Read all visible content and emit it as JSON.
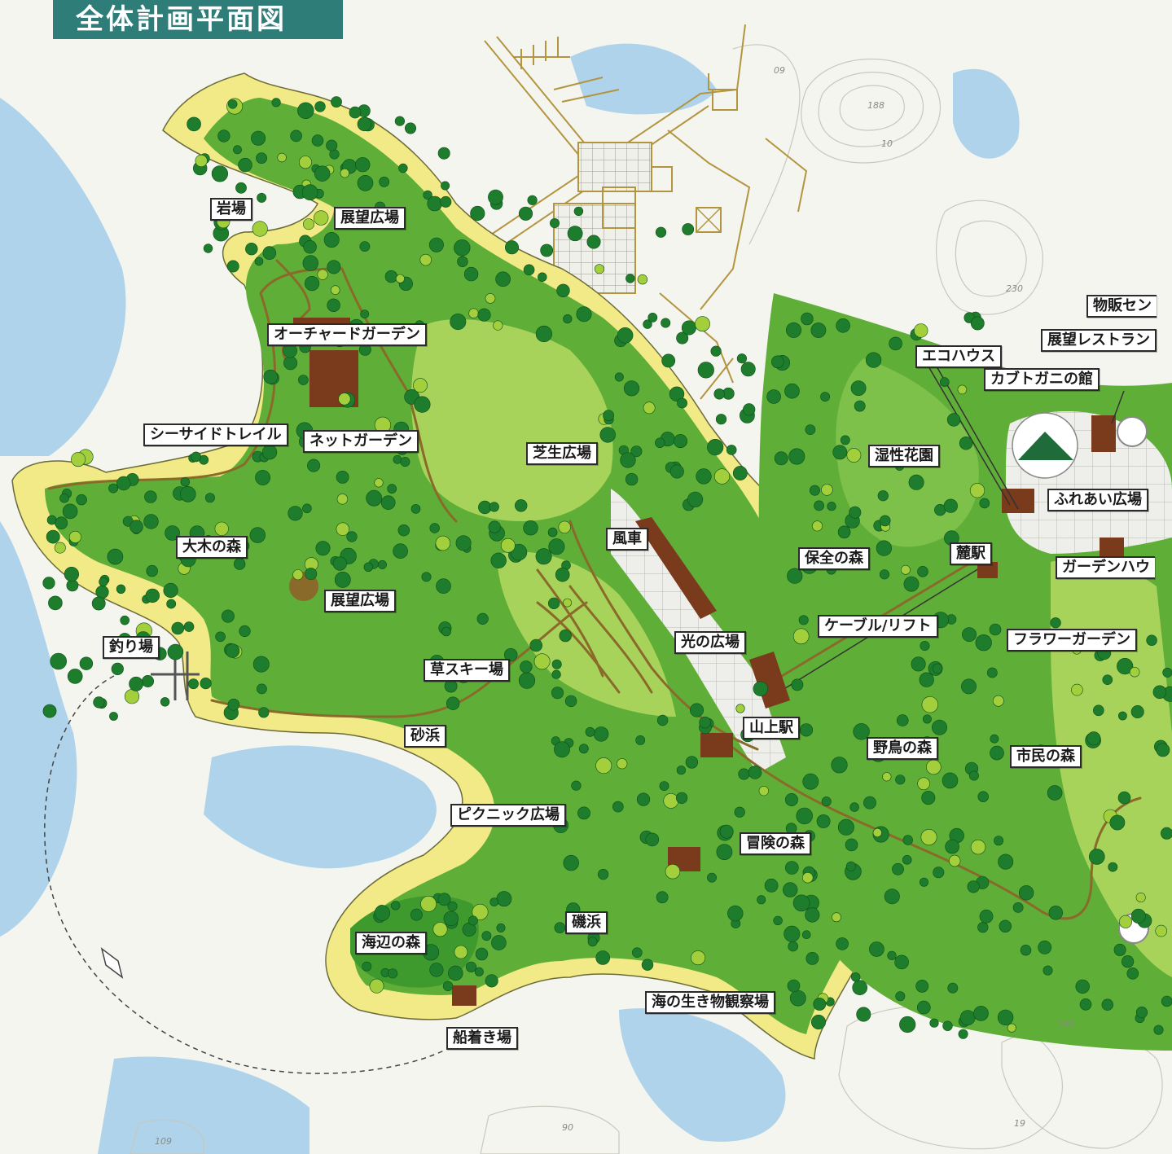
{
  "title": "全体計画平面図",
  "labels": {
    "iwaba": "岩場",
    "tenbou_hiroba_top": "展望広場",
    "orchard_garden": "オーチャードガーデン",
    "seaside_trail": "シーサイドトレイル",
    "net_garden": "ネットガーデン",
    "shibafu_hiroba": "芝生広場",
    "taiboku_no_mori": "大木の森",
    "tenbou_hiroba_mid": "展望広場",
    "fuusha": "風車",
    "tsuriba": "釣り場",
    "kusa_ski": "草スキー場",
    "hikari_no_hiroba": "光の広場",
    "sunahama": "砂浜",
    "sanjou_eki": "山上駅",
    "picnic_hiroba": "ピクニック広場",
    "bouken_no_mori": "冒険の森",
    "isohama": "磯浜",
    "umibe_no_mori": "海辺の森",
    "umi_ikimono": "海の生き物観察場",
    "funatsukiba": "船着き場",
    "hozen_no_mori": "保全の森",
    "cable_lift": "ケーブル/リフト",
    "yachou_no_mori": "野鳥の森",
    "shimin_no_mori": "市民の森",
    "flower_garden": "フラワーガーデン",
    "garden_house": "ガーデンハウ",
    "fumoto_eki": "麓駅",
    "fureai_hiroba": "ふれあい広場",
    "shissei_kaen": "湿性花園",
    "eco_house": "エコハウス",
    "kabutogani": "カブトガニの館",
    "tenbou_restaurant": "展望レストラン",
    "buppan_center": "物販セン"
  },
  "contour_labels": {
    "c188": "188",
    "c230": "230",
    "c10": "10",
    "c09": "09",
    "c105": "105",
    "c90": "90",
    "c19": "19",
    "c109": "109"
  },
  "colors": {
    "sea": "#8fc6e6",
    "forest": "#5fae37",
    "forest_light": "#a8d35a",
    "tree": "#1e7d2c",
    "beach": "#f4ec8a",
    "paving": "#e8e8e2",
    "path": "#8a6a2a",
    "banner": "#2f7d79"
  }
}
